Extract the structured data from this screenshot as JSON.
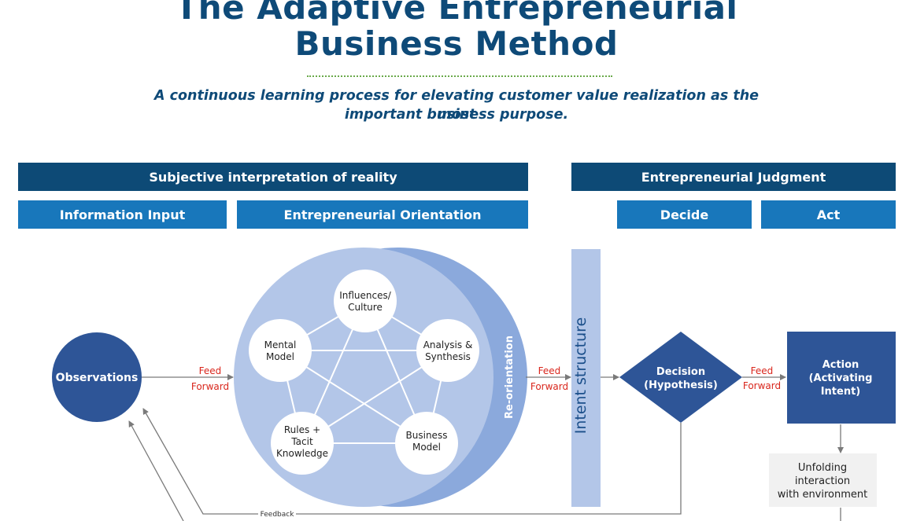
{
  "header": {
    "title_line1": "The Adaptive Entrepreneurial",
    "title_line2": "Business Method",
    "subtitle_line1": "A continuous learning process for elevating customer value realization as the most",
    "subtitle_line2": "important business purpose."
  },
  "bands": {
    "subjective": "Subjective interpretation of reality",
    "judgment": "Entrepreneurial Judgment",
    "information_input": "Information Input",
    "orientation": "Entrepreneurial Orientation",
    "decide": "Decide",
    "act": "Act"
  },
  "diagram": {
    "observations": "Observations",
    "feed": "Feed",
    "forward": "Forward",
    "reorientation": "Re-orientation",
    "intent_structure": "Intent structure",
    "nodes": {
      "influences_1": "Influences/",
      "influences_2": "Culture",
      "mental_1": "Mental",
      "mental_2": "Model",
      "analysis_1": "Analysis &",
      "analysis_2": "Synthesis",
      "rules_1": "Rules +",
      "rules_2": "Tacit",
      "rules_3": "Knowledge",
      "business_1": "Business",
      "business_2": "Model"
    },
    "decision_1": "Decision",
    "decision_2": "(Hypothesis)",
    "action_1": "Action",
    "action_2": "(Activating",
    "action_3": "Intent)",
    "unfolding_1": "Unfolding",
    "unfolding_2": "interaction",
    "unfolding_3": "with environment",
    "feedback": "Feedback"
  },
  "colors": {
    "title": "#0e4a78",
    "dark_band": "#0d4a76",
    "mid_band": "#1877bb",
    "circle_light": "#b3c6e8",
    "crescent": "#8ba9dc",
    "node_dark": "#2e5597",
    "feed_red": "#d9261c"
  }
}
